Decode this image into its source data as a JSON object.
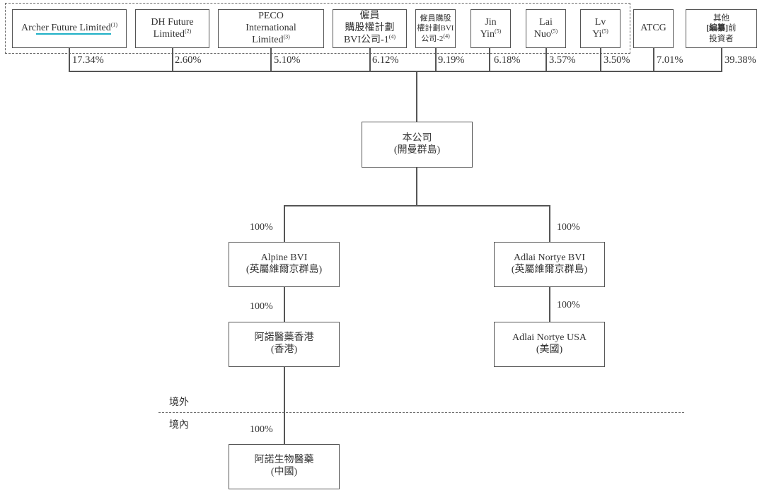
{
  "shareholders": [
    {
      "name": "Archer Future Limited",
      "highlight": "her Future Limited",
      "note": "(1)",
      "pct": "17.34%"
    },
    {
      "line1": "DH Future",
      "line2": "Limited",
      "note": "(2)",
      "pct": "2.60%"
    },
    {
      "line1": "PECO",
      "line2": "International",
      "line3": "Limited",
      "note": "(3)",
      "pct": "5.10%"
    },
    {
      "line1": "僱員",
      "line2": "購股權計劃",
      "line3": "BVI公司-1",
      "note": "(4)",
      "pct": "6.12%"
    },
    {
      "line1": "僱員購股",
      "line2": "權計劃BVI",
      "line3": "公司-2",
      "note": "(4)",
      "pct": "9.19%"
    },
    {
      "line1": "Jin",
      "line2": "Yin",
      "note": "(5)",
      "pct": "6.18%"
    },
    {
      "line1": "Lai",
      "line2": "Nuo",
      "note": "(5)",
      "pct": "3.57%"
    },
    {
      "line1": "Lv",
      "line2": "Yi",
      "note": "(5)",
      "pct": "3.50%"
    },
    {
      "line1": "ATCG",
      "pct": "7.01%"
    },
    {
      "line1": "其他",
      "line2_bold": "[編纂]",
      "line2_rest": "前",
      "line3": "投資者",
      "pct": "39.38%"
    }
  ],
  "company": {
    "line1": "本公司",
    "line2": "(開曼群島)"
  },
  "subsidiaries": {
    "alpine": {
      "line1": "Alpine BVI",
      "line2": "(英屬維爾京群島)",
      "pct": "100%"
    },
    "adlai_bvi": {
      "line1": "Adlai Nortye BVI",
      "line2": "(英屬維爾京群島)",
      "pct": "100%"
    },
    "hk": {
      "line1": "阿諾醫藥香港",
      "line2": "(香港)",
      "pct": "100%"
    },
    "usa": {
      "line1": "Adlai Nortye USA",
      "line2": "(美國)",
      "pct": "100%"
    },
    "china": {
      "line1": "阿諾生物醫藥",
      "line2": "(中國)",
      "pct": "100%"
    }
  },
  "regions": {
    "offshore": "境外",
    "onshore": "境內"
  },
  "colors": {
    "line": "#555555",
    "highlight": "#1fb0c6",
    "text": "#333333"
  }
}
